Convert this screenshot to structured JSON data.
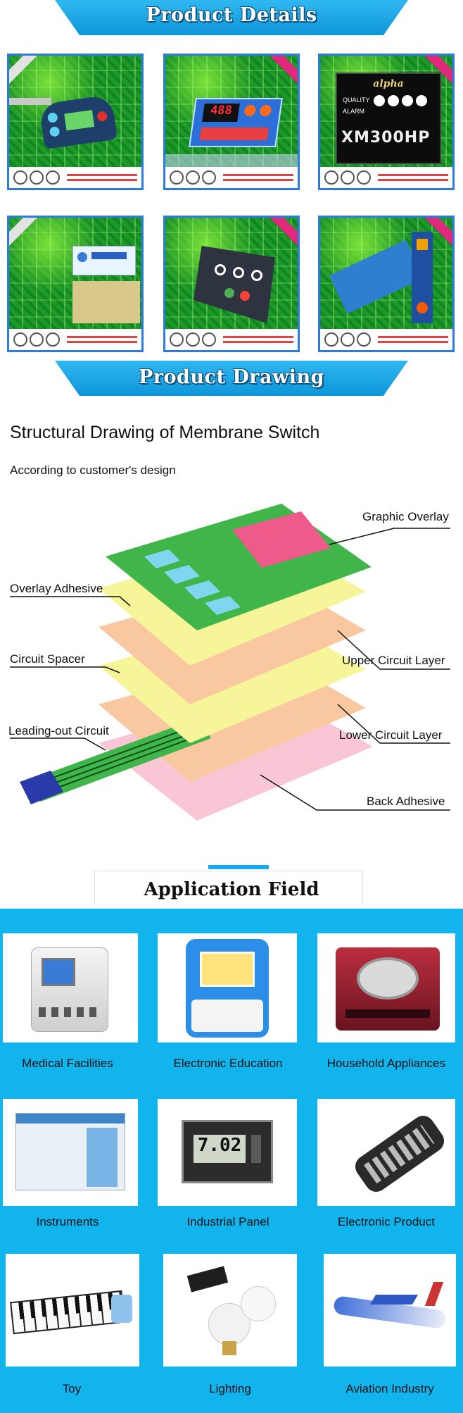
{
  "sections": {
    "product_details": "Product Details",
    "product_drawing": "Product Drawing",
    "application_field": "Application Field"
  },
  "photo_text": {
    "alpha_logo": "alpha",
    "model": "XM300HP",
    "quality": "QUALITY",
    "alarm": "ALARM",
    "display_digits": "488",
    "meter_digits": "7.02"
  },
  "drawing": {
    "title": "Structural Drawing of Membrane Switch",
    "subtitle": "According to customer's design",
    "labels": {
      "graphic_overlay": "Graphic Overlay",
      "overlay_adhesive": "Overlay Adhesive",
      "upper_circuit_layer": "Upper Circuit Layer",
      "circuit_spacer": "Circuit Spacer",
      "leading_out_circuit": "Leading-out Circuit",
      "lower_circuit_layer": "Lower Circuit Layer",
      "back_adhesive": "Back Adhesive"
    },
    "colors": {
      "graphic_overlay": "#3fb54a",
      "adhesive": "#f7f59a",
      "circuit": "#f9c8a0",
      "back_adhesive": "#f9c6d6",
      "window": "#ee5a8a",
      "keys": "#7fd6ee",
      "connector": "#2a3aa8"
    }
  },
  "applications": [
    {
      "label": "Medical Facilities",
      "icon": "medical-device-icon"
    },
    {
      "label": "Electronic Education",
      "icon": "learning-laptop-icon"
    },
    {
      "label": "Household Appliances",
      "icon": "washing-machine-icon"
    },
    {
      "label": "Instruments",
      "icon": "lab-instrument-icon"
    },
    {
      "label": "Industrial Panel",
      "icon": "panel-meter-icon"
    },
    {
      "label": "Electronic Product",
      "icon": "remote-control-icon"
    },
    {
      "label": "Toy",
      "icon": "roll-up-piano-icon"
    },
    {
      "label": "Lighting",
      "icon": "led-bulb-icon"
    },
    {
      "label": "Aviation Industry",
      "icon": "airplane-icon"
    }
  ],
  "theme": {
    "banner_blue": "#1aa9ec",
    "app_background": "#12b4ee",
    "photo_border": "#2d7be0"
  }
}
